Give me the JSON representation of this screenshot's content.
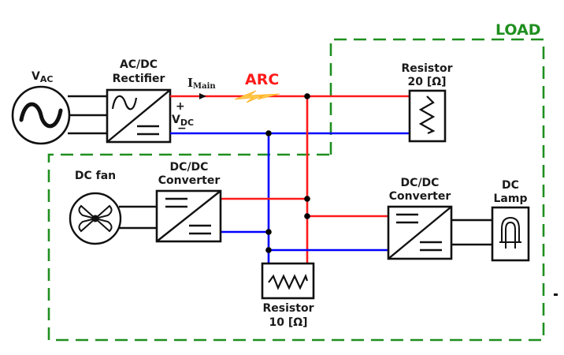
{
  "colors": {
    "positive_wire": "#ff1a1a",
    "negative_wire": "#0000ff",
    "load_boundary": "#1f8f1f",
    "arc_label": "#ff1a1a",
    "arc_bolt": "#ffc84a",
    "component": "#111111"
  },
  "source": {
    "label": "V",
    "label_sub": "AC",
    "icon": "ac-sine-icon"
  },
  "rectifier": {
    "line1": "AC/DC",
    "line2": "Rectifier",
    "icon": "ac-dc-converter-icon"
  },
  "bus": {
    "current_label": "I",
    "current_sub": "Main",
    "plus": "+",
    "minus": "−",
    "voltage_label": "V",
    "voltage_sub": "DC"
  },
  "fault": {
    "label": "ARC",
    "icon": "lightning-bolt-icon"
  },
  "load": {
    "label": "LOAD",
    "resistor_20": {
      "line1": "Resistor",
      "line2": "20 [Ω]"
    },
    "dc_fan": {
      "label": "DC fan"
    },
    "converter_fan": {
      "line1": "DC/DC",
      "line2": "Converter"
    },
    "converter_lamp": {
      "line1": "DC/DC",
      "line2": "Converter"
    },
    "dc_lamp": {
      "line1": "DC",
      "line2": "Lamp"
    },
    "resistor_10": {
      "line1": "Resistor",
      "line2": "10 [Ω]"
    }
  }
}
